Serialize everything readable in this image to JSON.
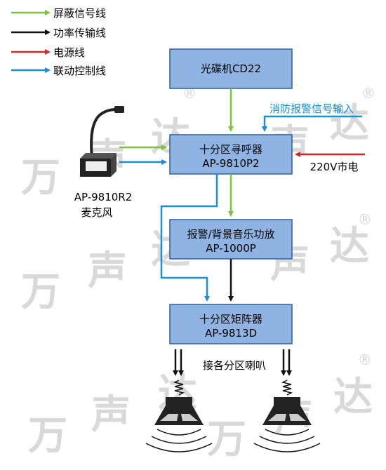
{
  "legend": [
    {
      "label": "屏蔽信号线",
      "color": "#7dc33b"
    },
    {
      "label": "功率传输线",
      "color": "#111111"
    },
    {
      "label": "电源线",
      "color": "#d9262a"
    },
    {
      "label": "联动控制线",
      "color": "#1a8fd8"
    }
  ],
  "boxes": {
    "cd": {
      "title": "光碟机CD22"
    },
    "pager": {
      "title": "十分区寻呼器",
      "model": "AP-9810P2"
    },
    "amp": {
      "title": "报警/背景音乐功放",
      "model": "AP-1000P"
    },
    "matrix": {
      "title": "十分区矩阵器",
      "model": "AP-9813D"
    }
  },
  "labels": {
    "fire_alarm_input": "消防报警信号输入",
    "mains": "220V市电",
    "mic_model": "AP-9810R2",
    "mic_name": "麦克风",
    "speakers": "接各分区喇叭"
  },
  "watermark": {
    "text": [
      "万",
      "声",
      "达"
    ],
    "mark": "®"
  },
  "colors": {
    "box_fill": "#8fb4e3",
    "box_stroke": "#2d5e9e"
  }
}
